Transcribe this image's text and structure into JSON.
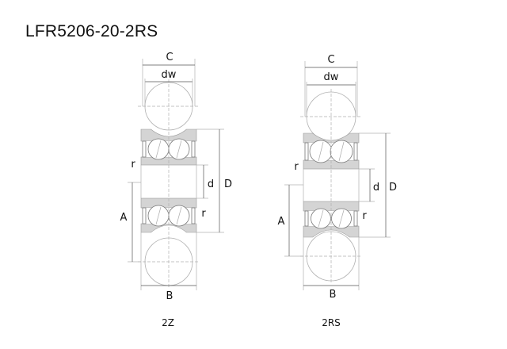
{
  "title": "LFR5206-20-2RS",
  "diagrams": [
    {
      "caption": "2Z",
      "labels": {
        "C": "C",
        "dw": "dw",
        "r_top": "r",
        "d": "d",
        "D": "D",
        "A": "A",
        "r_bottom": "r",
        "B": "B"
      }
    },
    {
      "caption": "2RS",
      "labels": {
        "C": "C",
        "dw": "dw",
        "r_top": "r",
        "d": "d",
        "D": "D",
        "A": "A",
        "r_bottom": "r",
        "B": "B"
      }
    }
  ],
  "colors": {
    "ring": "#d4d4d4",
    "ring_stroke": "#9a9a9a",
    "line": "#555555",
    "guide": "#b0b0b0"
  }
}
